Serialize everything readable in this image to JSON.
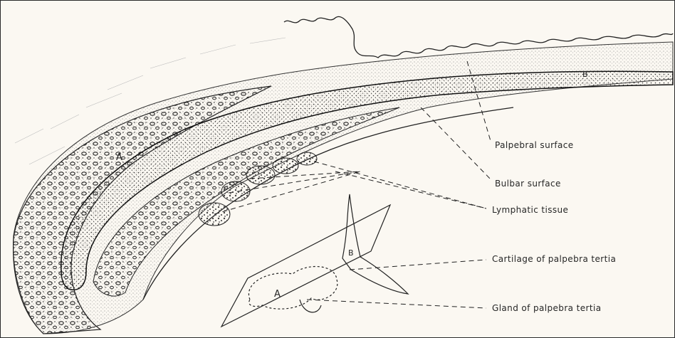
{
  "labels": {
    "palpebral_surface": "Palpebral surface",
    "bulbar_surface": "Bulbar surface",
    "lymphatic_tissue": "Lymphatic tissue",
    "cartilage": "Cartilage of palpebra tertia",
    "gland": "Gland of palpebra tertia"
  },
  "letters": {
    "a_main": "A",
    "b_main": "B",
    "a_inset": "A",
    "b_inset": "B"
  },
  "colors": {
    "ink": "#262626",
    "paper": "#fbf8f2",
    "frame": "#2a2a2a"
  }
}
